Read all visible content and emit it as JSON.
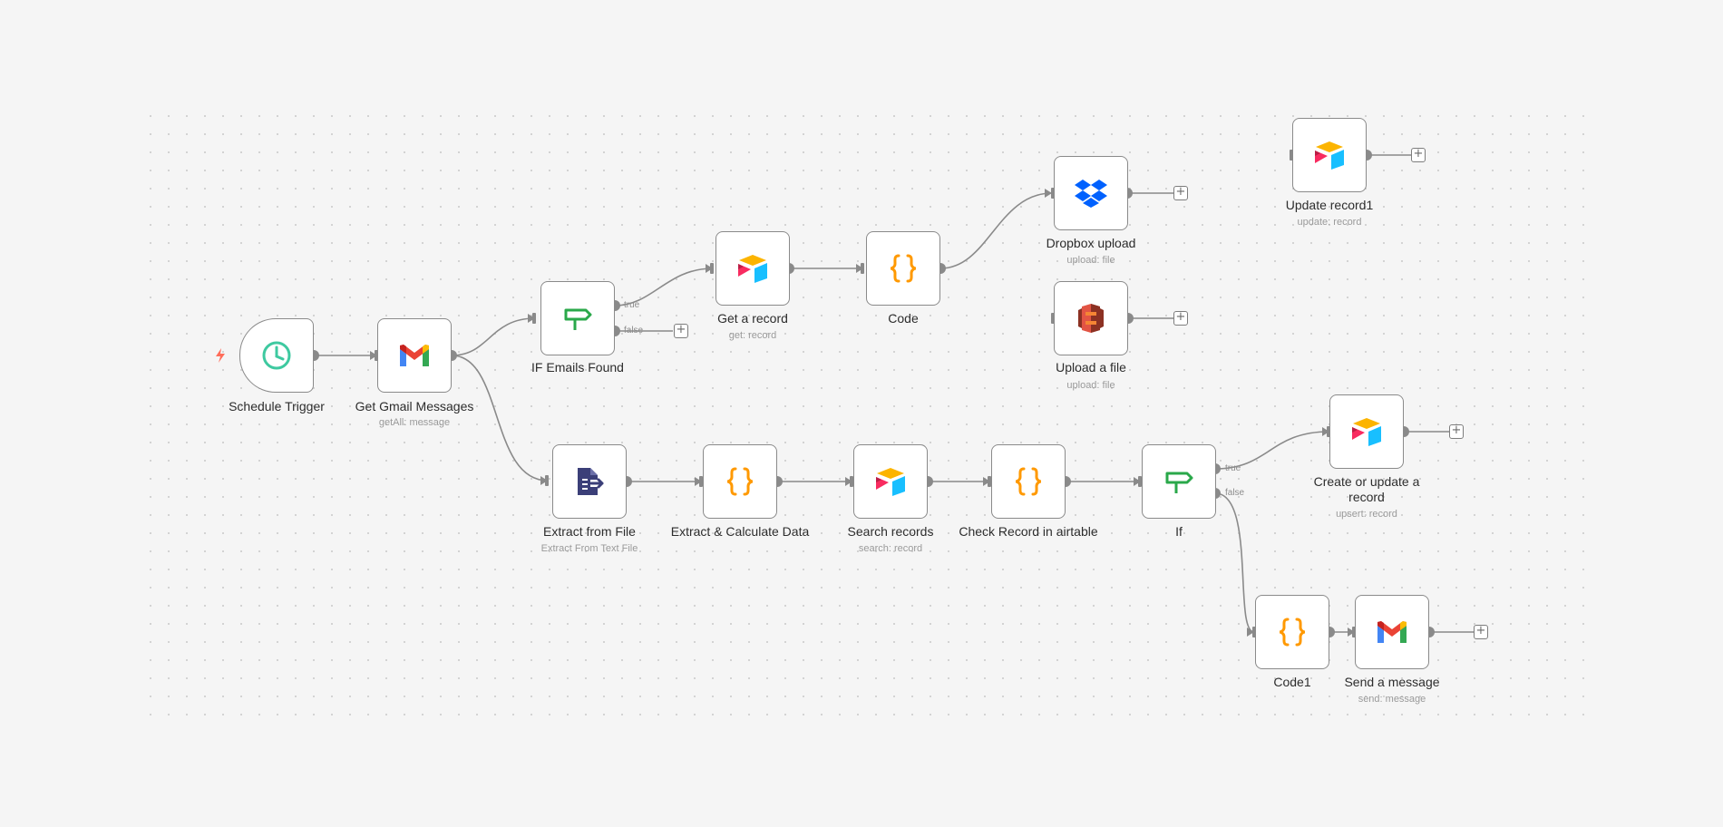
{
  "workflow": {
    "nodes": {
      "schedule_trigger": {
        "label": "Schedule Trigger",
        "icon": "clock-icon"
      },
      "get_gmail": {
        "label": "Get Gmail Messages",
        "sub": "getAll: message",
        "icon": "gmail-icon"
      },
      "if_emails": {
        "label": "IF Emails Found",
        "icon": "signpost-icon",
        "true_label": "true",
        "false_label": "false"
      },
      "get_record": {
        "label": "Get a record",
        "sub": "get: record",
        "icon": "airtable-icon"
      },
      "code": {
        "label": "Code",
        "icon": "code-braces-icon"
      },
      "dropbox": {
        "label": "Dropbox upload",
        "sub": "upload: file",
        "icon": "dropbox-icon"
      },
      "upload_file": {
        "label": "Upload a file",
        "sub": "upload: file",
        "icon": "aws-s3-icon"
      },
      "update_record1": {
        "label": "Update record1",
        "sub": "update: record",
        "icon": "airtable-icon"
      },
      "extract_file": {
        "label": "Extract from File",
        "sub": "Extract From Text File",
        "icon": "extract-file-icon"
      },
      "extract_calc": {
        "label": "Extract & Calculate Data",
        "icon": "code-braces-icon"
      },
      "search_records": {
        "label": "Search records",
        "sub": "search: record",
        "icon": "airtable-icon"
      },
      "check_record": {
        "label": "Check Record in airtable",
        "icon": "code-braces-icon"
      },
      "if_node": {
        "label": "If",
        "icon": "signpost-icon",
        "true_label": "true",
        "false_label": "false"
      },
      "create_update": {
        "label": "Create or update a record",
        "sub": "upsert: record",
        "icon": "airtable-icon"
      },
      "code1": {
        "label": "Code1",
        "icon": "code-braces-icon"
      },
      "send_message": {
        "label": "Send a message",
        "sub": "send: message",
        "icon": "gmail-icon"
      }
    },
    "add_button_symbol": "+",
    "colors": {
      "edge": "#8a8a8a",
      "node_border": "#8a8a8a",
      "trigger_bolt": "#ff6d5a",
      "clock": "#3ec9a0",
      "code": "#ff9900",
      "signpost": "#2aa84a",
      "extract": "#3b3f78",
      "dropbox": "#0061fe",
      "s3": "#d5372e"
    }
  }
}
